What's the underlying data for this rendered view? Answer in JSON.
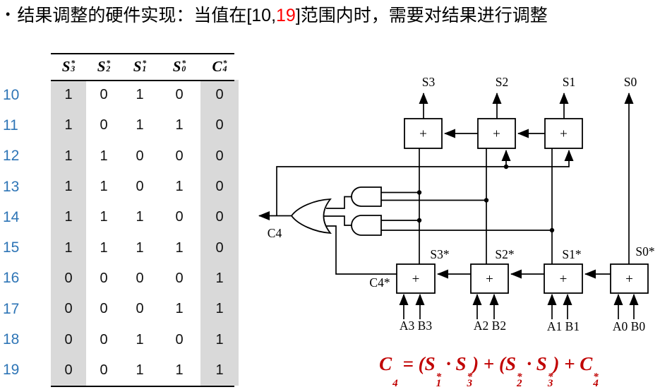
{
  "title": {
    "bullet": "•",
    "pre": "结果调整的硬件实现：当值在[10,",
    "highlight": "19",
    "post": "]范围内时，需要对结果进行调整"
  },
  "colors": {
    "highlight_red": "#ff0000",
    "formula_red": "#c00000",
    "row_label_blue": "#2e75b6",
    "shade_gray": "#d9d9d9"
  },
  "table": {
    "headers": [
      {
        "base": "S",
        "sup": "*",
        "sub": "3"
      },
      {
        "base": "S",
        "sup": "*",
        "sub": "2"
      },
      {
        "base": "S",
        "sup": "*",
        "sub": "1"
      },
      {
        "base": "S",
        "sup": "*",
        "sub": "0"
      },
      {
        "base": "C",
        "sup": "*",
        "sub": "4"
      }
    ],
    "row_labels": [
      "10",
      "11",
      "12",
      "13",
      "14",
      "15",
      "16",
      "17",
      "18",
      "19"
    ],
    "rows": [
      [
        "1",
        "0",
        "1",
        "0",
        "0"
      ],
      [
        "1",
        "0",
        "1",
        "1",
        "0"
      ],
      [
        "1",
        "1",
        "0",
        "0",
        "0"
      ],
      [
        "1",
        "1",
        "0",
        "1",
        "0"
      ],
      [
        "1",
        "1",
        "1",
        "0",
        "0"
      ],
      [
        "1",
        "1",
        "1",
        "1",
        "0"
      ],
      [
        "0",
        "0",
        "0",
        "0",
        "1"
      ],
      [
        "0",
        "0",
        "0",
        "1",
        "1"
      ],
      [
        "0",
        "0",
        "1",
        "0",
        "1"
      ],
      [
        "0",
        "0",
        "1",
        "1",
        "1"
      ]
    ],
    "shaded_columns": [
      0,
      4
    ]
  },
  "diagram": {
    "adder_symbol": "+",
    "outputs": [
      "S3",
      "S2",
      "S1",
      "S0"
    ],
    "intermediate": [
      "S3*",
      "S2*",
      "S1*",
      "S0*"
    ],
    "carry_out": "C4",
    "carry_intermediate": "C4*",
    "inputs": [
      "A3 B3",
      "A2 B2",
      "A1 B1",
      "A0 B0"
    ]
  },
  "formula": {
    "tokens": [
      {
        "t": "var",
        "base": "C",
        "sub": "4",
        "sup": ""
      },
      {
        "t": "op",
        "text": " = ("
      },
      {
        "t": "var",
        "base": "S",
        "sub": "1",
        "sup": "*"
      },
      {
        "t": "op",
        "text": " · "
      },
      {
        "t": "var",
        "base": "S",
        "sub": "3",
        "sup": "*"
      },
      {
        "t": "op",
        "text": ") + ("
      },
      {
        "t": "var",
        "base": "S",
        "sub": "2",
        "sup": "*"
      },
      {
        "t": "op",
        "text": " · "
      },
      {
        "t": "var",
        "base": "S",
        "sub": "3",
        "sup": "*"
      },
      {
        "t": "op",
        "text": ") + "
      },
      {
        "t": "var",
        "base": "C",
        "sub": "4",
        "sup": "*"
      }
    ]
  }
}
